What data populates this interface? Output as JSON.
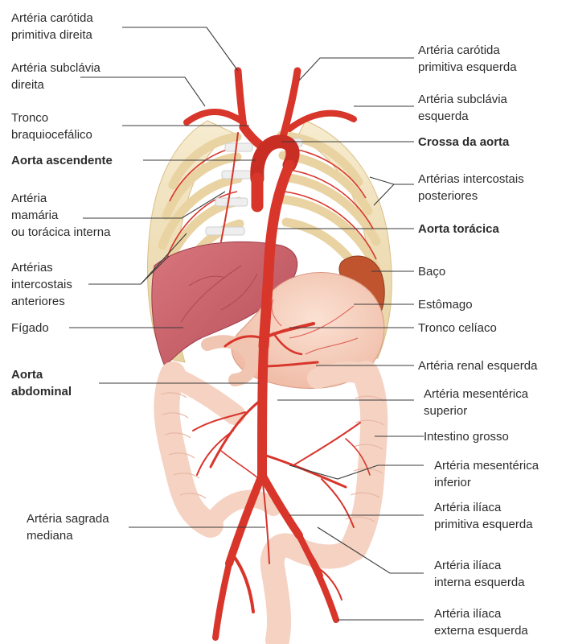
{
  "labels": {
    "carotida_direita": "Artéria carótida\nprimitiva direita",
    "subclavia_direita": "Artéria subclávia\ndireita",
    "tronco_braquiocefalico": "Tronco\nbraquiocefálico",
    "aorta_ascendente": "Aorta ascendente",
    "mamaria": "Artéria\nmamária\nou torácica interna",
    "intercostais_anteriores": "Artérias\nintercostais\nanteriores",
    "figado": "Fígado",
    "aorta_abdominal": "Aorta\nabdominal",
    "sagrada_mediana": "Artéria sagrada\nmediana",
    "carotida_esquerda": "Artéria carótida\nprimitiva esquerda",
    "subclavia_esquerda": "Artéria subclávia\nesquerda",
    "crossa_aorta": "Crossa da aorta",
    "intercostais_posteriores": "Artérias intercostais\nposteriores",
    "aorta_toracica": "Aorta torácica",
    "baco": "Baço",
    "estomago": "Estômago",
    "tronco_celiaco": "Tronco celíaco",
    "renal_esquerda": "Artéria renal esquerda",
    "mesenterica_superior": "Artéria mesentérica\nsuperior",
    "intestino_grosso": "Intestino grosso",
    "mesenterica_inferior": "Artéria mesentérica\ninferior",
    "iliaca_primitiva": "Artéria ilíaca\nprimitiva esquerda",
    "iliaca_interna": "Artéria ilíaca\ninterna esquerda",
    "iliaca_externa": "Artéria ilíaca\nexterna esquerda"
  },
  "colors": {
    "artery": "#d8352b",
    "artery_dark": "#a5221b",
    "liver": "#c9606a",
    "rib": "#f2e2bc",
    "stomach": "#f3c7b4",
    "intestine": "#f5d2c2",
    "spleen": "#c0542e"
  }
}
